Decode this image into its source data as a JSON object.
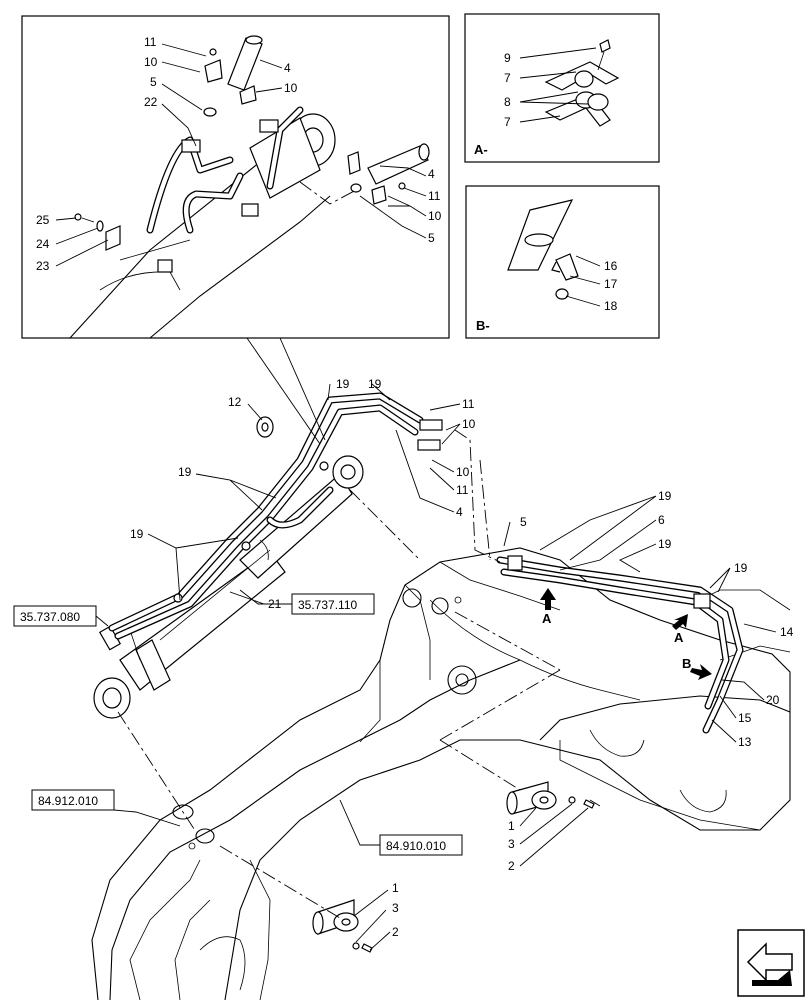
{
  "refs": {
    "r1": "35.737.080",
    "r2": "35.737.110",
    "r3": "84.912.010",
    "r4": "84.910.010"
  },
  "views": {
    "a_title": "A-",
    "b_title": "B-",
    "a_arrow1": "A",
    "a_arrow2": "A",
    "b_arrow": "B"
  },
  "callouts": {
    "c11a": "11",
    "c10a": "10",
    "c5a": "5",
    "c22": "22",
    "c4a": "4",
    "c10b": "10",
    "c4b": "4",
    "c11b": "11",
    "c10c": "10",
    "c5b": "5",
    "c25": "25",
    "c24": "24",
    "c23": "23",
    "c9": "9",
    "c7a": "7",
    "c8": "8",
    "c7b": "7",
    "c16": "16",
    "c17": "17",
    "c18": "18",
    "c12": "12",
    "c19a": "19",
    "c19b": "19",
    "c11c": "11",
    "c10d": "10",
    "c10e": "10",
    "c11d": "11",
    "c4c": "4",
    "c19c": "19",
    "c19d": "19",
    "c21": "21",
    "c5c": "5",
    "c19e": "19",
    "c6": "6",
    "c19f": "19",
    "c19g": "19",
    "c14": "14",
    "c20": "20",
    "c15": "15",
    "c13": "13",
    "c1a": "1",
    "c3a": "3",
    "c2a": "2",
    "c1b": "1",
    "c3b": "3",
    "c2b": "2"
  },
  "colors": {
    "line": "#000000",
    "background": "#ffffff"
  },
  "icons": {
    "corner_arrow": "navigation-arrow-icon"
  }
}
